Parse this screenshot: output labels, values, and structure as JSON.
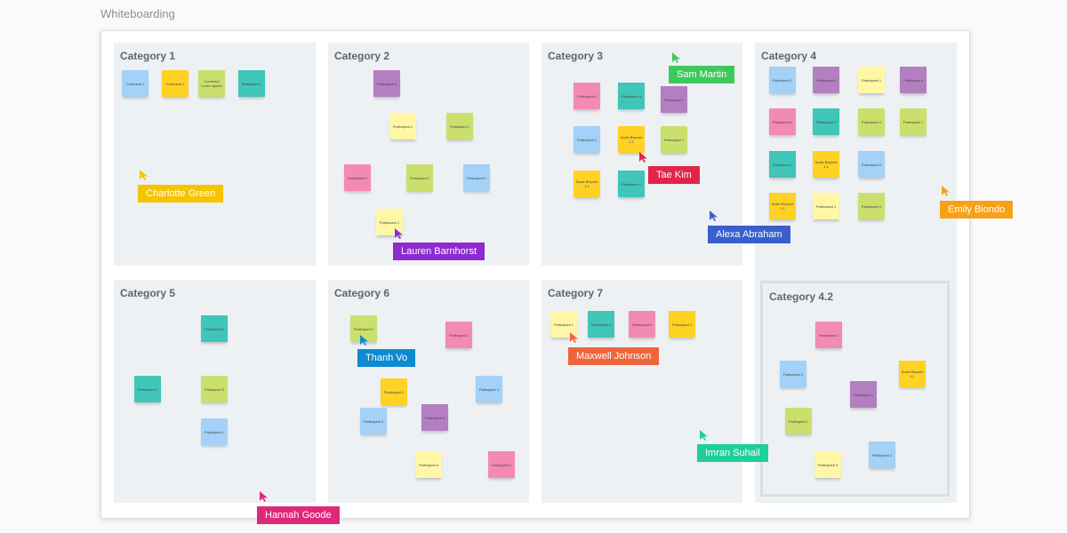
{
  "page_title": "Whiteboarding",
  "categories": [
    "Category 1",
    "Category 2",
    "Category 3",
    "Category 4",
    "Category 5",
    "Category 6",
    "Category 7",
    "Category 4.2"
  ],
  "colors": {
    "blue": "#a3d1f7",
    "yellow": "#ffd224",
    "lime": "#cbe06c",
    "teal": "#3fc6b8",
    "purple": "#b47fc0",
    "pink": "#f38ab4",
    "pale": "#fff7a6"
  },
  "notes": [
    {
      "text": "Comment 1",
      "color": "blue"
    },
    {
      "text": "Comment 1",
      "color": "yellow"
    },
    {
      "text": "Comment Lorem Ipsum",
      "color": "lime"
    },
    {
      "text": "Participant 1",
      "color": "teal"
    },
    {
      "text": "Participant 4",
      "color": "purple"
    },
    {
      "text": "Participant 1",
      "color": "pale"
    },
    {
      "text": "Participant 1",
      "color": "lime"
    },
    {
      "text": "Participant 1",
      "color": "pink"
    },
    {
      "text": "Participant 1",
      "color": "lime"
    },
    {
      "text": "Participant 1",
      "color": "blue"
    },
    {
      "text": "Participant 1",
      "color": "pale"
    },
    {
      "text": "Participant 1",
      "color": "pink"
    },
    {
      "text": "Participant 3",
      "color": "teal"
    },
    {
      "text": "Participant 1",
      "color": "purple"
    },
    {
      "text": "Participant 1",
      "color": "blue"
    },
    {
      "text": "Scale Beyond 1.1",
      "color": "yellow"
    },
    {
      "text": "Participant 1",
      "color": "lime"
    },
    {
      "text": "Scale Beyond 1.1",
      "color": "yellow"
    },
    {
      "text": "Participant 1",
      "color": "teal"
    },
    {
      "text": "Participant 1",
      "color": "blue"
    },
    {
      "text": "Participant 5",
      "color": "purple"
    },
    {
      "text": "Participant 1",
      "color": "pale"
    },
    {
      "text": "Participant 6",
      "color": "purple"
    },
    {
      "text": "Participant 4",
      "color": "pink"
    },
    {
      "text": "Participant 3",
      "color": "teal"
    },
    {
      "text": "Participant 1",
      "color": "lime"
    },
    {
      "text": "Participant 1",
      "color": "lime"
    },
    {
      "text": "Participant 1",
      "color": "teal"
    },
    {
      "text": "Scale Beyond 1.1",
      "color": "yellow"
    },
    {
      "text": "Participant 2",
      "color": "blue"
    },
    {
      "text": "Scale Beyond 1.1",
      "color": "yellow"
    },
    {
      "text": "Participant 1",
      "color": "pale"
    },
    {
      "text": "Participant 1",
      "color": "lime"
    },
    {
      "text": "Participant 2",
      "color": "teal"
    },
    {
      "text": "Participant 1",
      "color": "teal"
    },
    {
      "text": "Participant 3",
      "color": "lime"
    },
    {
      "text": "Participant 1",
      "color": "blue"
    },
    {
      "text": "Participant 1",
      "color": "lime"
    },
    {
      "text": "Participant 1",
      "color": "pink"
    },
    {
      "text": "Participant 1",
      "color": "yellow"
    },
    {
      "text": "Participant 2",
      "color": "blue"
    },
    {
      "text": "Participant 5",
      "color": "blue"
    },
    {
      "text": "Participant 6",
      "color": "purple"
    },
    {
      "text": "Participant 4",
      "color": "pale"
    },
    {
      "text": "Participant 1",
      "color": "pink"
    },
    {
      "text": "Participant 1",
      "color": "pale"
    },
    {
      "text": "Participant 3",
      "color": "teal"
    },
    {
      "text": "Participant 4",
      "color": "pink"
    },
    {
      "text": "Participant 2",
      "color": "yellow"
    },
    {
      "text": "Participant 1",
      "color": "pink"
    },
    {
      "text": "Participant 1",
      "color": "blue"
    },
    {
      "text": "Scale Beyond 1.1",
      "color": "yellow"
    },
    {
      "text": "Participant 1",
      "color": "purple"
    },
    {
      "text": "Participant 1",
      "color": "lime"
    },
    {
      "text": "Participant 1",
      "color": "blue"
    },
    {
      "text": "Participant 3",
      "color": "pale"
    }
  ],
  "collaborators": [
    {
      "name": "Sam Martin",
      "color": "#3ec95a"
    },
    {
      "name": "Tae Kim",
      "color": "#e3244a"
    },
    {
      "name": "Charlotte Green",
      "color": "#f5c400"
    },
    {
      "name": "Lauren Barnhorst",
      "color": "#8d2bcf"
    },
    {
      "name": "Alexa Abraham",
      "color": "#3a5fcd"
    },
    {
      "name": "Emily Biondo",
      "color": "#f5a11a"
    },
    {
      "name": "Thanh Vo",
      "color": "#0e8ad0"
    },
    {
      "name": "Maxwell Johnson",
      "color": "#f0643c"
    },
    {
      "name": "Imran Suhail",
      "color": "#1fcf9a"
    },
    {
      "name": "Hannah Goode",
      "color": "#e0287a"
    }
  ]
}
